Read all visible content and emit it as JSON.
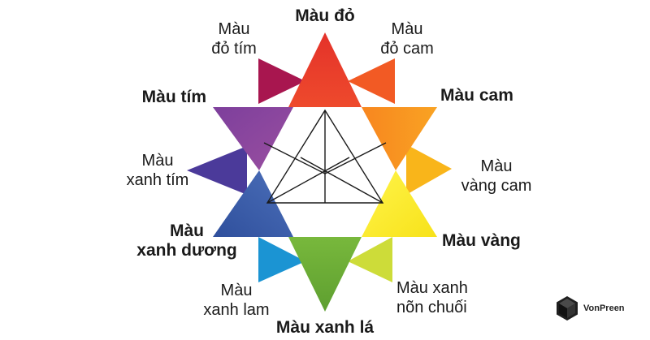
{
  "labels": {
    "do": "Màu đỏ",
    "do_tim_1": "Màu",
    "do_tim_2": "đỏ tím",
    "do_cam_1": "Màu",
    "do_cam_2": "đỏ cam",
    "tim": "Màu tím",
    "cam": "Màu cam",
    "xanh_tim_1": "Màu",
    "xanh_tim_2": "xanh tím",
    "vang_cam_1": "Màu",
    "vang_cam_2": "vàng cam",
    "xanh_duong_1": "Màu",
    "xanh_duong_2": "xanh dương",
    "vang": "Màu vàng",
    "xanh_lam_1": "Màu",
    "xanh_lam_2": "xanh lam",
    "xanh_non_chuoi_1": "Màu xanh",
    "xanh_non_chuoi_2": "nõn chuối",
    "xanh_la": "Màu xanh lá"
  },
  "colors": {
    "red": "#e8392a",
    "red_violet": "#a8164f",
    "red_orange": "#f25a24",
    "orange": "#f7931e",
    "yellow_orange": "#f9b51a",
    "yellow": "#fff22d",
    "yellow_green": "#cddc39",
    "green": "#6aae38",
    "blue_green": "#1b94d3",
    "blue": "#3d63b0",
    "blue_violet": "#4b3a9a",
    "violet": "#8e3f98"
  },
  "logo": {
    "text": "VonPreen"
  }
}
